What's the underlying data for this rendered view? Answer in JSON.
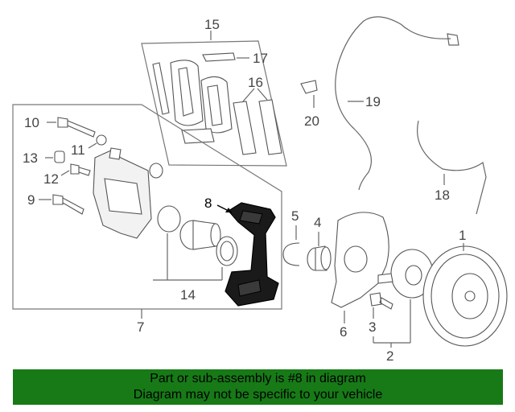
{
  "labels": {
    "l2": "2",
    "l3": "3",
    "l4": "4",
    "l5": "5",
    "l6": "6",
    "l7": "7",
    "l8": "8",
    "l9": "9",
    "l10": "10",
    "l11": "11",
    "l12": "12",
    "l13": "13",
    "l14": "14",
    "l15": "15",
    "l16": "16",
    "l17": "17",
    "l18": "18",
    "l19": "19",
    "l20": "20",
    "l1": "1"
  },
  "banner": {
    "line1": "Part or sub-assembly is #8 in diagram",
    "line2": "Diagram may not be specific to your vehicle"
  },
  "colors": {
    "highlight": "#000000",
    "banner": "#177a17"
  }
}
